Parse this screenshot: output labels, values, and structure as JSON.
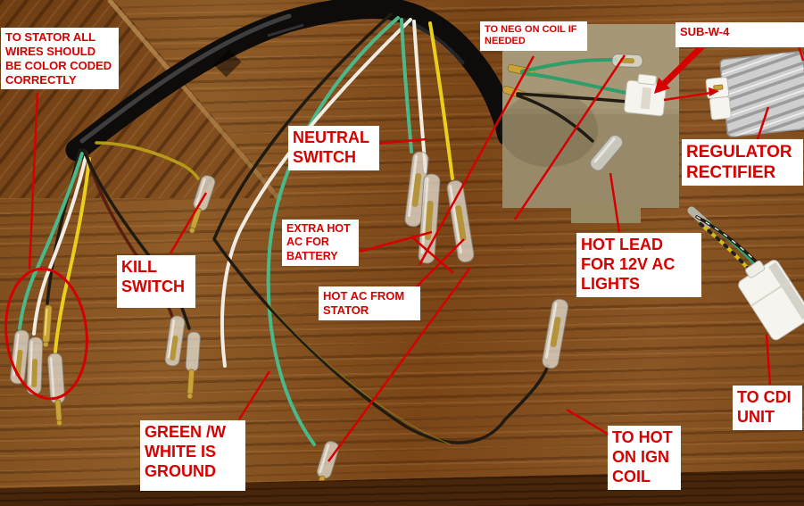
{
  "annotations": {
    "to_stator": "TO STATOR ALL\nWIRES SHOULD\nBE COLOR CODED\nCORRECTLY",
    "neutral_switch": "NEUTRAL\nSWITCH",
    "kill_switch": "KILL\nSWITCH",
    "extra_hot": "EXTRA HOT\nAC FOR\nBATTERY",
    "hot_ac_from_stator": "HOT AC FROM\nSTATOR",
    "to_neg": "TO NEG ON COIL IF\nNEEDED",
    "sub_w4": "SUB-W-4",
    "regulator_rectifier": "REGULATOR\nRECTIFIER",
    "hot_lead": "HOT LEAD\nFOR 12V AC\nLIGHTS",
    "to_cdi": "TO CDI\nUNIT",
    "to_hot_ign": "TO HOT\nON IGN\nCOIL",
    "green_ground": "GREEN /W\nWHITE IS\nGROUND"
  },
  "colors": {
    "annotation_red": "#d60000",
    "label_background": "#ffffff",
    "wood_base": "#854f1d",
    "wood_dark_edge": "#4a2a0e",
    "inset_background": "#a19272",
    "harness_sleeve": "#0e0c0a",
    "wire_green": "#49b98a",
    "wire_yellow": "#e8cf1c",
    "wire_white": "#f0ece2",
    "wire_black": "#201b12",
    "wire_maroon": "#5a1f10",
    "connector_gold": "#c9a33a",
    "regulator_silver": "#cfcfcf",
    "connector_white": "#f6f4ee"
  }
}
